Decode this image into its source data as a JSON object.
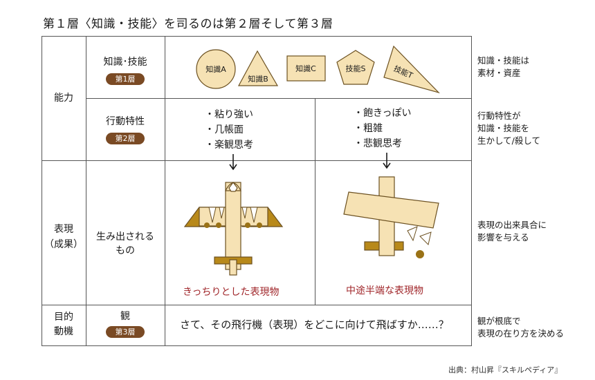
{
  "title": "第１層〈知識・技能〉を司るのは第２層そして第３層",
  "rows": {
    "ability": {
      "label": "能力"
    },
    "knowledge": {
      "label": "知識･技能",
      "badge": "第1層"
    },
    "behavior": {
      "label": "行動特性",
      "badge": "第2層"
    },
    "expression": {
      "label_line1": "表現",
      "label_line2": "（成果）"
    },
    "produced": {
      "label_line1": "生み出される",
      "label_line2": "もの"
    },
    "purpose": {
      "label_line1": "目的",
      "label_line2": "動機"
    },
    "view": {
      "label": "観",
      "badge": "第3層"
    }
  },
  "shapes": {
    "a": "知識A",
    "b": "知識B",
    "c": "知識C",
    "s": "技能S",
    "t": "技能T"
  },
  "traits": {
    "good": [
      "・粘り強い",
      "・几帳面",
      "・楽観思考"
    ],
    "bad": [
      "・飽きっぽい",
      "・粗雑",
      "・悲観思考"
    ]
  },
  "results": {
    "good": "きっちりとした表現物",
    "bad": "中途半端な表現物"
  },
  "question": "さて、その飛行機（表現）をどこに向けて飛ばすか……？",
  "side_notes": {
    "knowledge": [
      "知識・技能は",
      "素材・資産"
    ],
    "behavior": [
      "行動特性が",
      "知識・技能を",
      "生かして/殺して"
    ],
    "expression": [
      "表現の出来具合に",
      "影響を与える"
    ],
    "view": [
      "観が根底で",
      "表現の在り方を決める"
    ]
  },
  "source": "出典：村山昇『スキルペディア』",
  "colors": {
    "wood": "#f6e2b4",
    "wood_stroke": "#6b5020",
    "dark_wood": "#b8891a",
    "brown": "#7a4a24",
    "red": "#a0262a",
    "grid": "#555555"
  }
}
